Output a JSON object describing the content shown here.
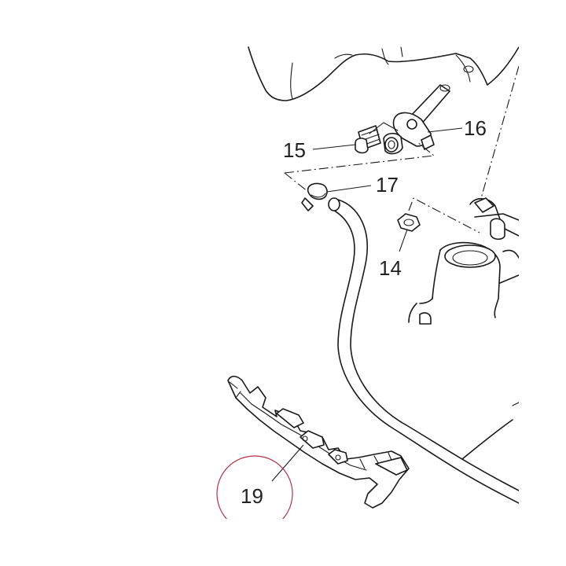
{
  "parts": [
    {
      "id": "p14",
      "label": "14"
    },
    {
      "id": "p15",
      "label": "15"
    },
    {
      "id": "p16",
      "label": "16"
    },
    {
      "id": "p17",
      "label": "17"
    },
    {
      "id": "p19",
      "label": "19"
    }
  ],
  "highlight": {
    "part_label": "19",
    "color": "#b5304a"
  },
  "colors": {
    "line": "#1a1a1a",
    "text": "#222222",
    "background": "#ffffff"
  }
}
